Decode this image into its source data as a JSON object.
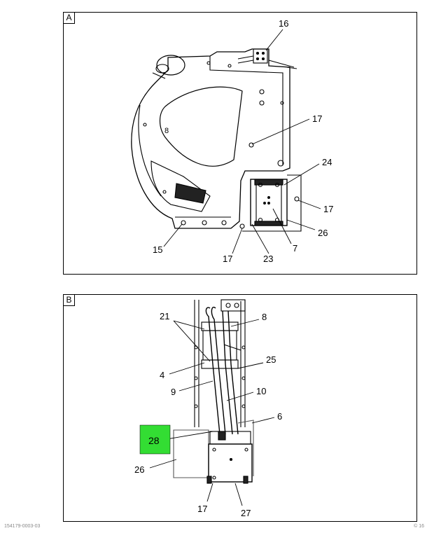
{
  "panels": [
    {
      "label": "A",
      "callouts": [
        "16",
        "17",
        "24",
        "17",
        "26",
        "7",
        "23",
        "17",
        "15"
      ]
    },
    {
      "label": "B",
      "callouts": [
        "21",
        "8",
        "25",
        "4",
        "9",
        "10",
        "6",
        "28",
        "26",
        "17",
        "27"
      ]
    }
  ],
  "highlight": {
    "label": "28",
    "color": "#33dd33"
  },
  "footer": {
    "left": "154179-0003-03",
    "right": "© 16"
  }
}
